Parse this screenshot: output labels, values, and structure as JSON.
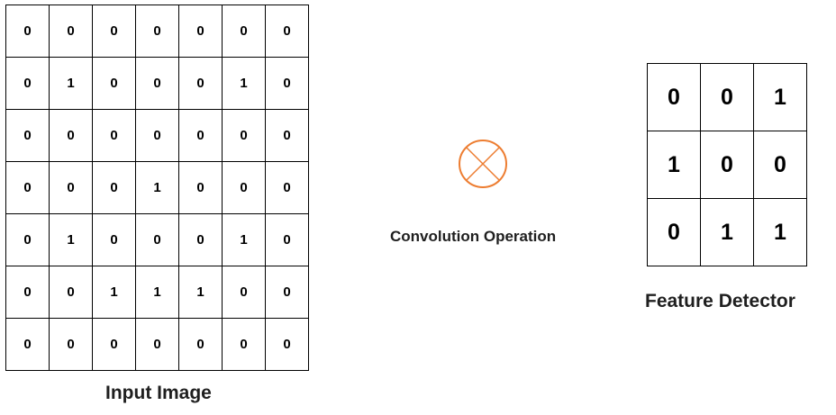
{
  "input_image": {
    "caption": "Input Image",
    "rows": [
      [
        "0",
        "0",
        "0",
        "0",
        "0",
        "0",
        "0"
      ],
      [
        "0",
        "1",
        "0",
        "0",
        "0",
        "1",
        "0"
      ],
      [
        "0",
        "0",
        "0",
        "0",
        "0",
        "0",
        "0"
      ],
      [
        "0",
        "0",
        "0",
        "1",
        "0",
        "0",
        "0"
      ],
      [
        "0",
        "1",
        "0",
        "0",
        "0",
        "1",
        "0"
      ],
      [
        "0",
        "0",
        "1",
        "1",
        "1",
        "0",
        "0"
      ],
      [
        "0",
        "0",
        "0",
        "0",
        "0",
        "0",
        "0"
      ]
    ]
  },
  "operation": {
    "label": "Convolution Operation",
    "icon": "circled-times-icon",
    "color": "#ED7D31"
  },
  "feature_detector": {
    "caption": "Feature Detector",
    "rows": [
      [
        "0",
        "0",
        "1"
      ],
      [
        "1",
        "0",
        "0"
      ],
      [
        "0",
        "1",
        "1"
      ]
    ]
  }
}
